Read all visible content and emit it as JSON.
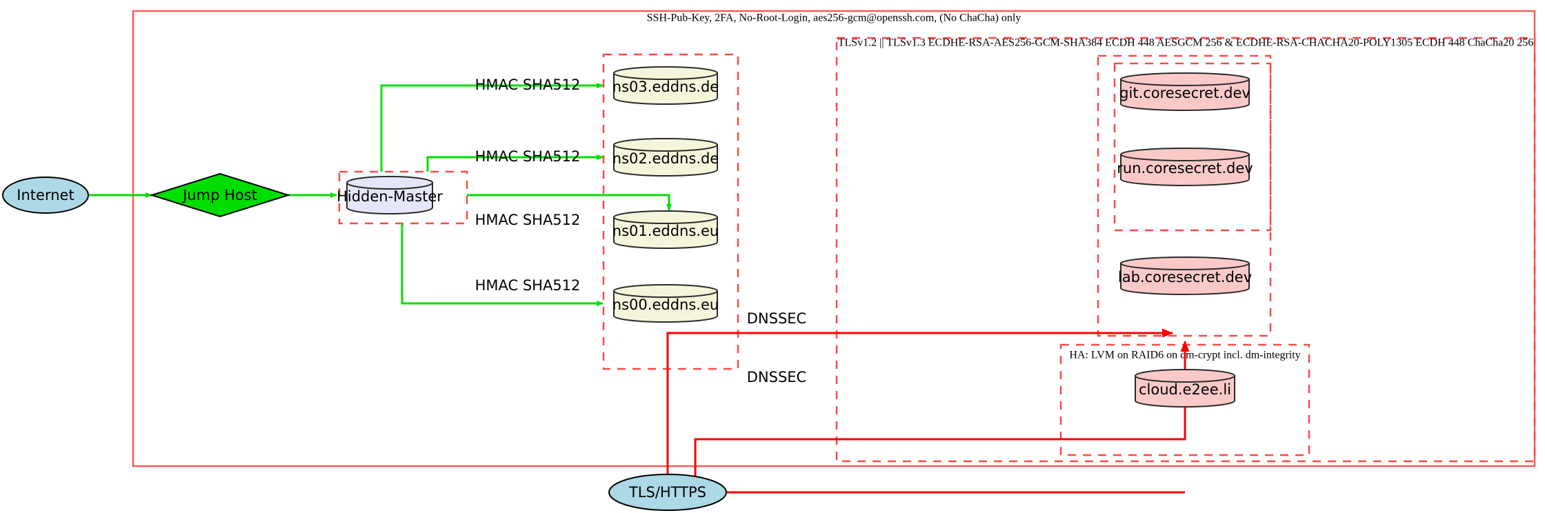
{
  "diagram": {
    "title": "Network security architecture diagram",
    "colors": {
      "edge_green": "#00e000",
      "edge_red": "#ff0000",
      "cluster_red": "#fa4a4a",
      "internet_fill": "#add8e6",
      "jumphost_fill": "#00dd00",
      "hidden_master_fill": "#e6e6fa",
      "ns_fill": "#f5f5dc",
      "app_fill": "#fcc9c9",
      "tls_fill": "#add8e6"
    },
    "clusters": [
      {
        "id": "ssh-cluster",
        "label": "SSH-Pub-Key, 2FA, No-Root-Login, aes256-gcm@openssh.com, (No ChaCha) only",
        "style": "solid"
      },
      {
        "id": "tls-cluster",
        "label": "TLSv1.2 || TLSv1.3 ECDHE-RSA-AES256-GCM-SHA384 ECDH 448 AESGCM 256 & ECDHE-RSA-CHACHA20-POLY1305 ECDH 448 ChaCha20 256",
        "style": "dashed"
      },
      {
        "id": "ha-cluster",
        "label": "HA: LVM on RAID6 on dm-crypt incl. dm-integrity",
        "style": "dashed"
      },
      {
        "id": "hidden-master-cluster",
        "label": "",
        "style": "dashed"
      },
      {
        "id": "ns-cluster",
        "label": "",
        "style": "dashed"
      },
      {
        "id": "coresecret-cluster",
        "label": "",
        "style": "dashed"
      },
      {
        "id": "coresecret-inner-cluster",
        "label": "",
        "style": "dashed"
      }
    ],
    "nodes": [
      {
        "id": "internet",
        "label": "Internet",
        "shape": "ellipse",
        "fill": "#add8e6"
      },
      {
        "id": "jump-host",
        "label": "Jump Host",
        "shape": "diamond",
        "fill": "#00dd00"
      },
      {
        "id": "hidden-master",
        "label": "Hidden-Master",
        "shape": "cylinder",
        "fill": "#e6e6fa"
      },
      {
        "id": "ns03",
        "label": "ns03.eddns.de",
        "shape": "cylinder",
        "fill": "#f5f5dc"
      },
      {
        "id": "ns02",
        "label": "ns02.eddns.de",
        "shape": "cylinder",
        "fill": "#f5f5dc"
      },
      {
        "id": "ns01",
        "label": "ns01.eddns.eu",
        "shape": "cylinder",
        "fill": "#f5f5dc"
      },
      {
        "id": "ns00",
        "label": "ns00.eddns.eu",
        "shape": "cylinder",
        "fill": "#f5f5dc"
      },
      {
        "id": "git",
        "label": "git.coresecret.dev",
        "shape": "cylinder",
        "fill": "#fcc9c9"
      },
      {
        "id": "run",
        "label": "run.coresecret.dev",
        "shape": "cylinder",
        "fill": "#fcc9c9"
      },
      {
        "id": "lab",
        "label": "lab.coresecret.dev",
        "shape": "cylinder",
        "fill": "#fcc9c9"
      },
      {
        "id": "cloud",
        "label": "cloud.e2ee.li",
        "shape": "cylinder",
        "fill": "#fcc9c9"
      },
      {
        "id": "tls-https",
        "label": "TLS/HTTPS",
        "shape": "ellipse",
        "fill": "#add8e6"
      }
    ],
    "edge_labels": {
      "hmac_ns03": "HMAC SHA512",
      "hmac_ns02": "HMAC SHA512",
      "hmac_ns01": "HMAC SHA512",
      "hmac_ns00": "HMAC SHA512",
      "dnssec_upper": "DNSSEC",
      "dnssec_lower": "DNSSEC"
    }
  }
}
